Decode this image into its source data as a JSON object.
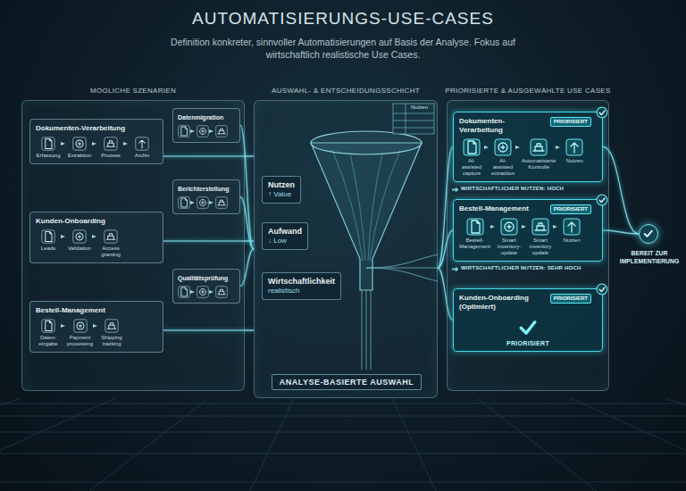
{
  "diagram": {
    "title": "AUTOMATISIERUNGS-USE-CASES",
    "caption": "Definition konkreter, sinnvoller Automatisierungen auf Basis der Analyse. Fokus auf wirtschaftlich realistische Use Cases.",
    "nodes": [
      {
        "text": [
          "MÖGLICHE SZENARIEN"
        ]
      },
      {
        "text": [
          "Dokumenten-Verarbeitung",
          "Erfassung",
          "Extraktion",
          "Prozess",
          "Archiv"
        ],
        "in": 0
      },
      {
        "text": [
          "Datenmigration"
        ],
        "in": 0
      },
      {
        "text": [
          "Kunden-Onboarding",
          "Leads",
          "Validation",
          "Access granting"
        ],
        "in": 0
      },
      {
        "text": [
          "Berichterstellung"
        ],
        "in": 0
      },
      {
        "text": [
          "Qualitätsprüfung"
        ],
        "in": 0
      },
      {
        "text": [
          "Bestell-Management",
          "Daten-eingabe",
          "Payment processing",
          "Shipping tracking"
        ],
        "in": 0
      },
      {
        "text": [
          "AUSWAHL- & ENTSCHEIDUNGSSCHICHT"
        ]
      },
      {
        "text": [
          "Nutzen",
          "↑ Value"
        ],
        "in": 7
      },
      {
        "text": [
          "Aufwand",
          "↓ Low"
        ],
        "in": 7
      },
      {
        "text": [
          "Wirtschaftlichkeit",
          "realistisch"
        ],
        "in": 7
      },
      {
        "text": [
          "ANALYSE-BASIERTE AUSWAHL"
        ],
        "in": 7
      },
      {
        "text": [
          "PRIORISIERTE & AUSGEWÄHLTE USE CASES"
        ]
      },
      {
        "text": [
          "Dokumenten-Verarbeitung",
          "AI-assisted capture",
          "AI-assisted extraction",
          "Automatisierte Kontrolle",
          "Nutzen"
        ],
        "in": 12
      },
      {
        "text": [
          "PRIORISIERT"
        ],
        "in": 13
      },
      {
        "text": [
          "Bestell-Management",
          "Bestell-Management",
          "Smart inventory-update",
          "Smart inventory update",
          "Nutzen"
        ],
        "in": 12
      },
      {
        "text": [
          "PRIORISIERT"
        ],
        "in": 15
      },
      {
        "text": [
          "Kunden-Onboarding (Optimiert)",
          "PRIORISIERT"
        ],
        "in": 12
      },
      {
        "text": [
          "PRIORISIERT"
        ],
        "in": 17
      },
      {
        "text": [
          "BEREIT ZUR IMPLEMENTIERUNG"
        ]
      }
    ],
    "edges": [
      {
        "from": 1,
        "to": 7,
        "arrow": "none"
      },
      {
        "from": 2,
        "to": 7,
        "arrow": "none"
      },
      {
        "from": 3,
        "to": 7,
        "arrow": "none"
      },
      {
        "from": 4,
        "to": 7,
        "arrow": "none"
      },
      {
        "from": 5,
        "to": 7,
        "arrow": "none"
      },
      {
        "from": 6,
        "to": 7,
        "arrow": "none"
      },
      {
        "from": 7,
        "to": 13,
        "arrow": "none"
      },
      {
        "from": 7,
        "to": 15,
        "arrow": "none"
      },
      {
        "from": 7,
        "to": 17,
        "arrow": "none"
      },
      {
        "from": 13,
        "to": 19,
        "arrow": "none"
      },
      {
        "from": 15,
        "to": 19,
        "arrow": "none"
      }
    ],
    "labels": [
      "Nutzen",
      "WIRTSCHAFTLICHER NUTZEN: HOCH",
      "WIRTSCHAFTLICHER NUTZEN: SEHR HOCH"
    ]
  }
}
